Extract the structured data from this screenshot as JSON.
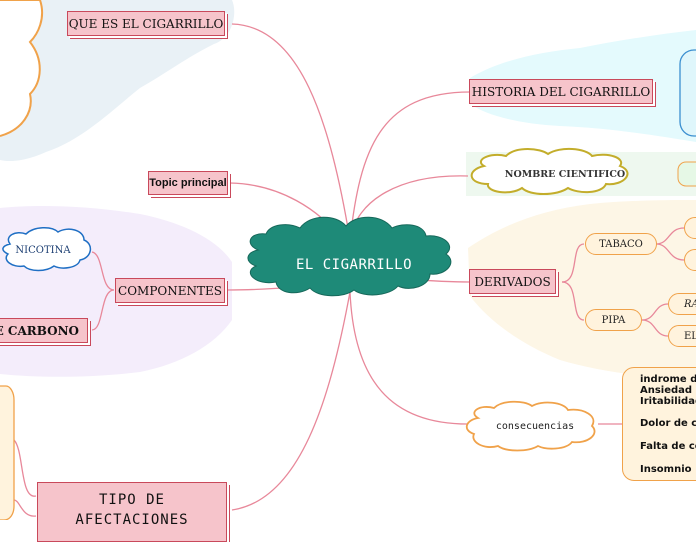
{
  "central": "EL CIGARRILLO",
  "nodes": {
    "que_es": "QUE ES EL CIGARRILLO",
    "historia": "HISTORIA DEL CIGARRILLO",
    "nombre_cientifico": "NOMBRE CIENTIFICO",
    "topic_principal": "Topic principal",
    "derivados": "DERIVADOS",
    "componentes": "COMPONENTES",
    "nicotina": "NICOTINA",
    "monoxido": "DE CARBONO",
    "tabaco": "TABACO",
    "pipa": "PIPA",
    "pipa_child_1": "RA",
    "pipa_child_2": "EL",
    "consecuencias": "consecuencias",
    "tipo_afectaciones_line1": "TIPO DE",
    "tipo_afectaciones_line2": "AFECTACIONES"
  },
  "consecuencias_note": [
    "indrome de",
    "Ansiedad",
    "Iritabilidad",
    "",
    "Dolor de ca",
    "",
    "Falta de co",
    "",
    "Insomnio"
  ],
  "colors": {
    "central_fill": "#1e8a78",
    "pink_fill": "#f6c4cb",
    "pink_border": "#c9495b",
    "connector": "#e8889a",
    "orange": "#f0a24a",
    "olive": "#c3ad2b",
    "blue_cloud": "#1f6fc4",
    "cyan_box": "#3b8fd0"
  }
}
